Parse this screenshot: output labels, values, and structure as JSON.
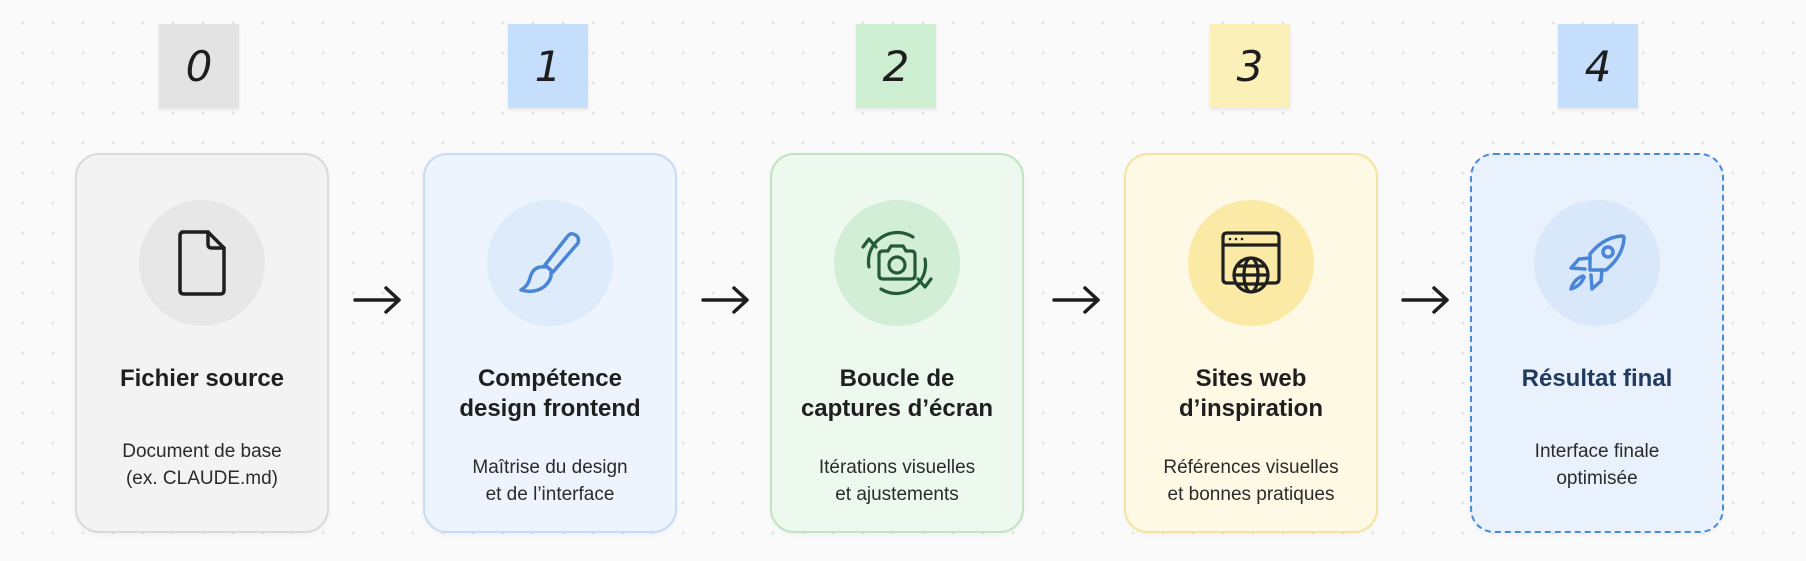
{
  "steps": [
    {
      "number": "0",
      "title": "Fichier source",
      "description": "Document de base\n(ex. CLAUDE.md)",
      "icon": "file-icon",
      "colors": {
        "badge": "#e3e3e3",
        "card_bg": "#f3f3f3",
        "card_border": "#dadada",
        "circle": "#e7e7e7",
        "icon": "#1f1f1f",
        "title": "#1f1f1f"
      }
    },
    {
      "number": "1",
      "title": "Compétence\ndesign frontend",
      "description": "Maîtrise du design\net de l’interface",
      "icon": "paintbrush-icon",
      "colors": {
        "badge": "#c4defb",
        "card_bg": "#edf4fe",
        "card_border": "#c6dbf5",
        "circle": "#deebfb",
        "icon": "#4a86d8",
        "title": "#1f1f1f"
      }
    },
    {
      "number": "2",
      "title": "Boucle de\ncaptures d’écran",
      "description": "Itérations visuelles\net ajustements",
      "icon": "camera-refresh-icon",
      "colors": {
        "badge": "#cdeed0",
        "card_bg": "#edf8ee",
        "card_border": "#bfe3c3",
        "circle": "#d2eed6",
        "icon": "#245a36",
        "title": "#1f1f1f"
      }
    },
    {
      "number": "3",
      "title": "Sites web\nd’inspiration",
      "description": "Références visuelles\net bonnes pratiques",
      "icon": "web-browser-globe-icon",
      "colors": {
        "badge": "#fbf0b8",
        "card_bg": "#fef9e4",
        "card_border": "#f5e4a0",
        "circle": "#fbeaa6",
        "icon": "#1f1f1f",
        "title": "#1f1f1f"
      }
    },
    {
      "number": "4",
      "title": "Résultat final",
      "description": "Interface finale\noptimisée",
      "icon": "rocket-icon",
      "colors": {
        "badge": "#c4defb",
        "card_bg": "#e9f1fc",
        "card_border": "#4a8ad9",
        "circle": "#d9e7fa",
        "icon": "#4a86d8",
        "title": "#1f3a5c"
      }
    }
  ],
  "arrow_icon": "arrow-right-icon",
  "arrow_color": "#1e1e1e"
}
